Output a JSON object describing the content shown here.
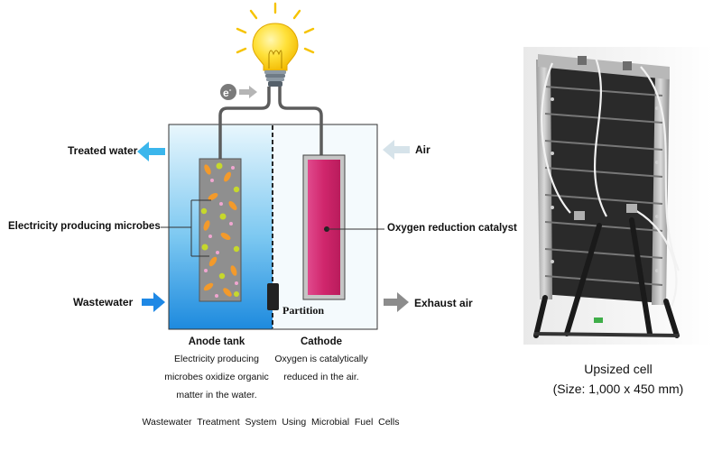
{
  "diagram": {
    "electron_label": "e",
    "electron_sup": "-",
    "labels": {
      "treated_water": "Treated water",
      "air": "Air",
      "microbes": "Electricity producing microbes",
      "catalyst": "Oxygen reduction catalyst",
      "wastewater": "Wastewater",
      "exhaust_air": "Exhaust air",
      "partition": "Partition"
    },
    "anode": {
      "title": "Anode tank",
      "desc_line1": "Electricity producing",
      "desc_line2": "microbes oxidize organic",
      "desc_line3": "matter in the water."
    },
    "cathode": {
      "title": "Cathode",
      "desc_line1": "Oxygen is catalytically",
      "desc_line2": "reduced in the air."
    },
    "caption": "Wastewater  Treatment  System  Using  Microbial  Fuel  Cells",
    "colors": {
      "anode_top": "#e6f6fc",
      "anode_bottom": "#1f8fe0",
      "cathode_fill": "#d4266e",
      "arrow_blue": "#3bb6ec",
      "arrow_gray": "#8c8c8c",
      "bulb": "#ffd21a"
    }
  },
  "photo": {
    "caption_line1": "Upsized cell",
    "caption_line2": "(Size: 1,000 x 450 mm)"
  }
}
